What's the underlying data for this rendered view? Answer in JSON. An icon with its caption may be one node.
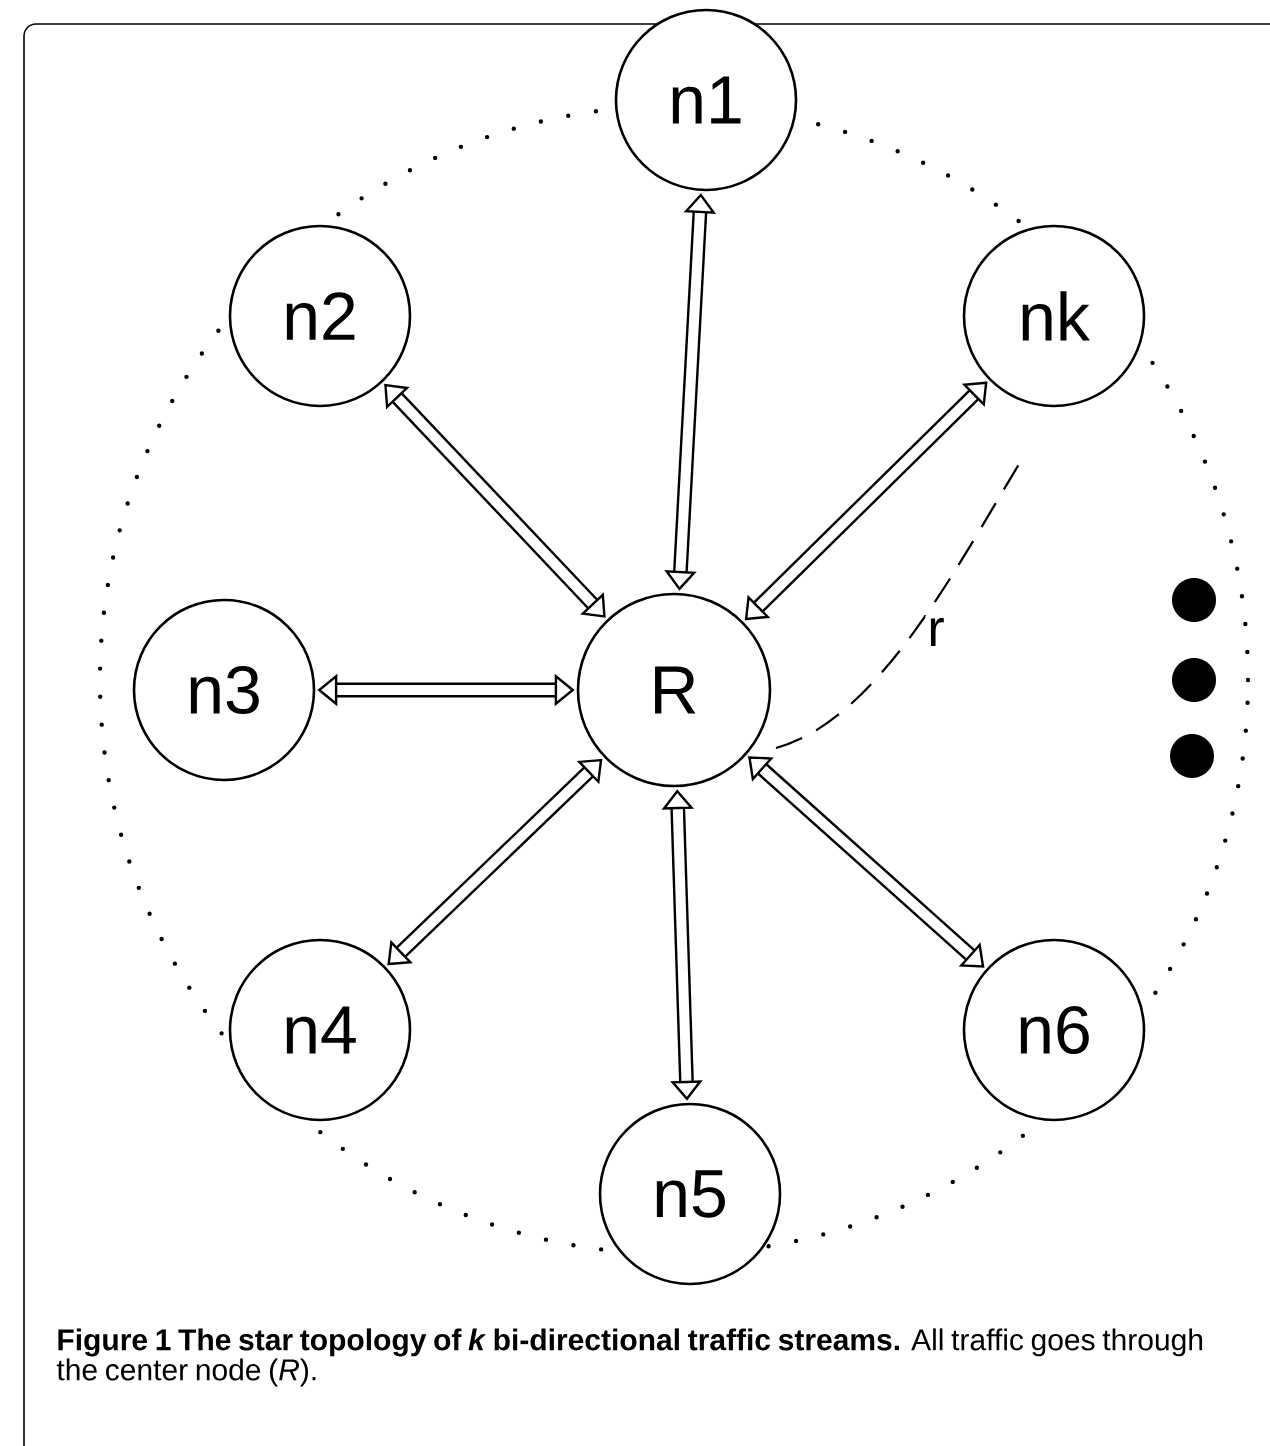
{
  "diagram": {
    "caption": "**Figure 1 The star topology of *k* bi-directional traffic streams.** All traffic goes through the center node (*R*).",
    "nodes": [
      {
        "text": [
          "n1"
        ]
      },
      {
        "text": [
          "n2"
        ]
      },
      {
        "text": [
          "nk"
        ]
      },
      {
        "text": [
          "n3"
        ]
      },
      {
        "text": [
          "R"
        ]
      },
      {
        "text": [
          "n4"
        ]
      },
      {
        "text": [
          "n6"
        ]
      },
      {
        "text": [
          "n5"
        ]
      }
    ],
    "edges": [
      {
        "from": 0,
        "to": 4,
        "arrow": "both"
      },
      {
        "from": 1,
        "to": 4,
        "arrow": "both"
      },
      {
        "from": 2,
        "to": 4,
        "arrow": "both"
      },
      {
        "from": 3,
        "to": 4,
        "arrow": "both"
      },
      {
        "from": 5,
        "to": 4,
        "arrow": "both"
      },
      {
        "from": 6,
        "to": 4,
        "arrow": "both"
      },
      {
        "from": 7,
        "to": 4,
        "arrow": "both"
      }
    ],
    "labels": [
      "r"
    ]
  }
}
